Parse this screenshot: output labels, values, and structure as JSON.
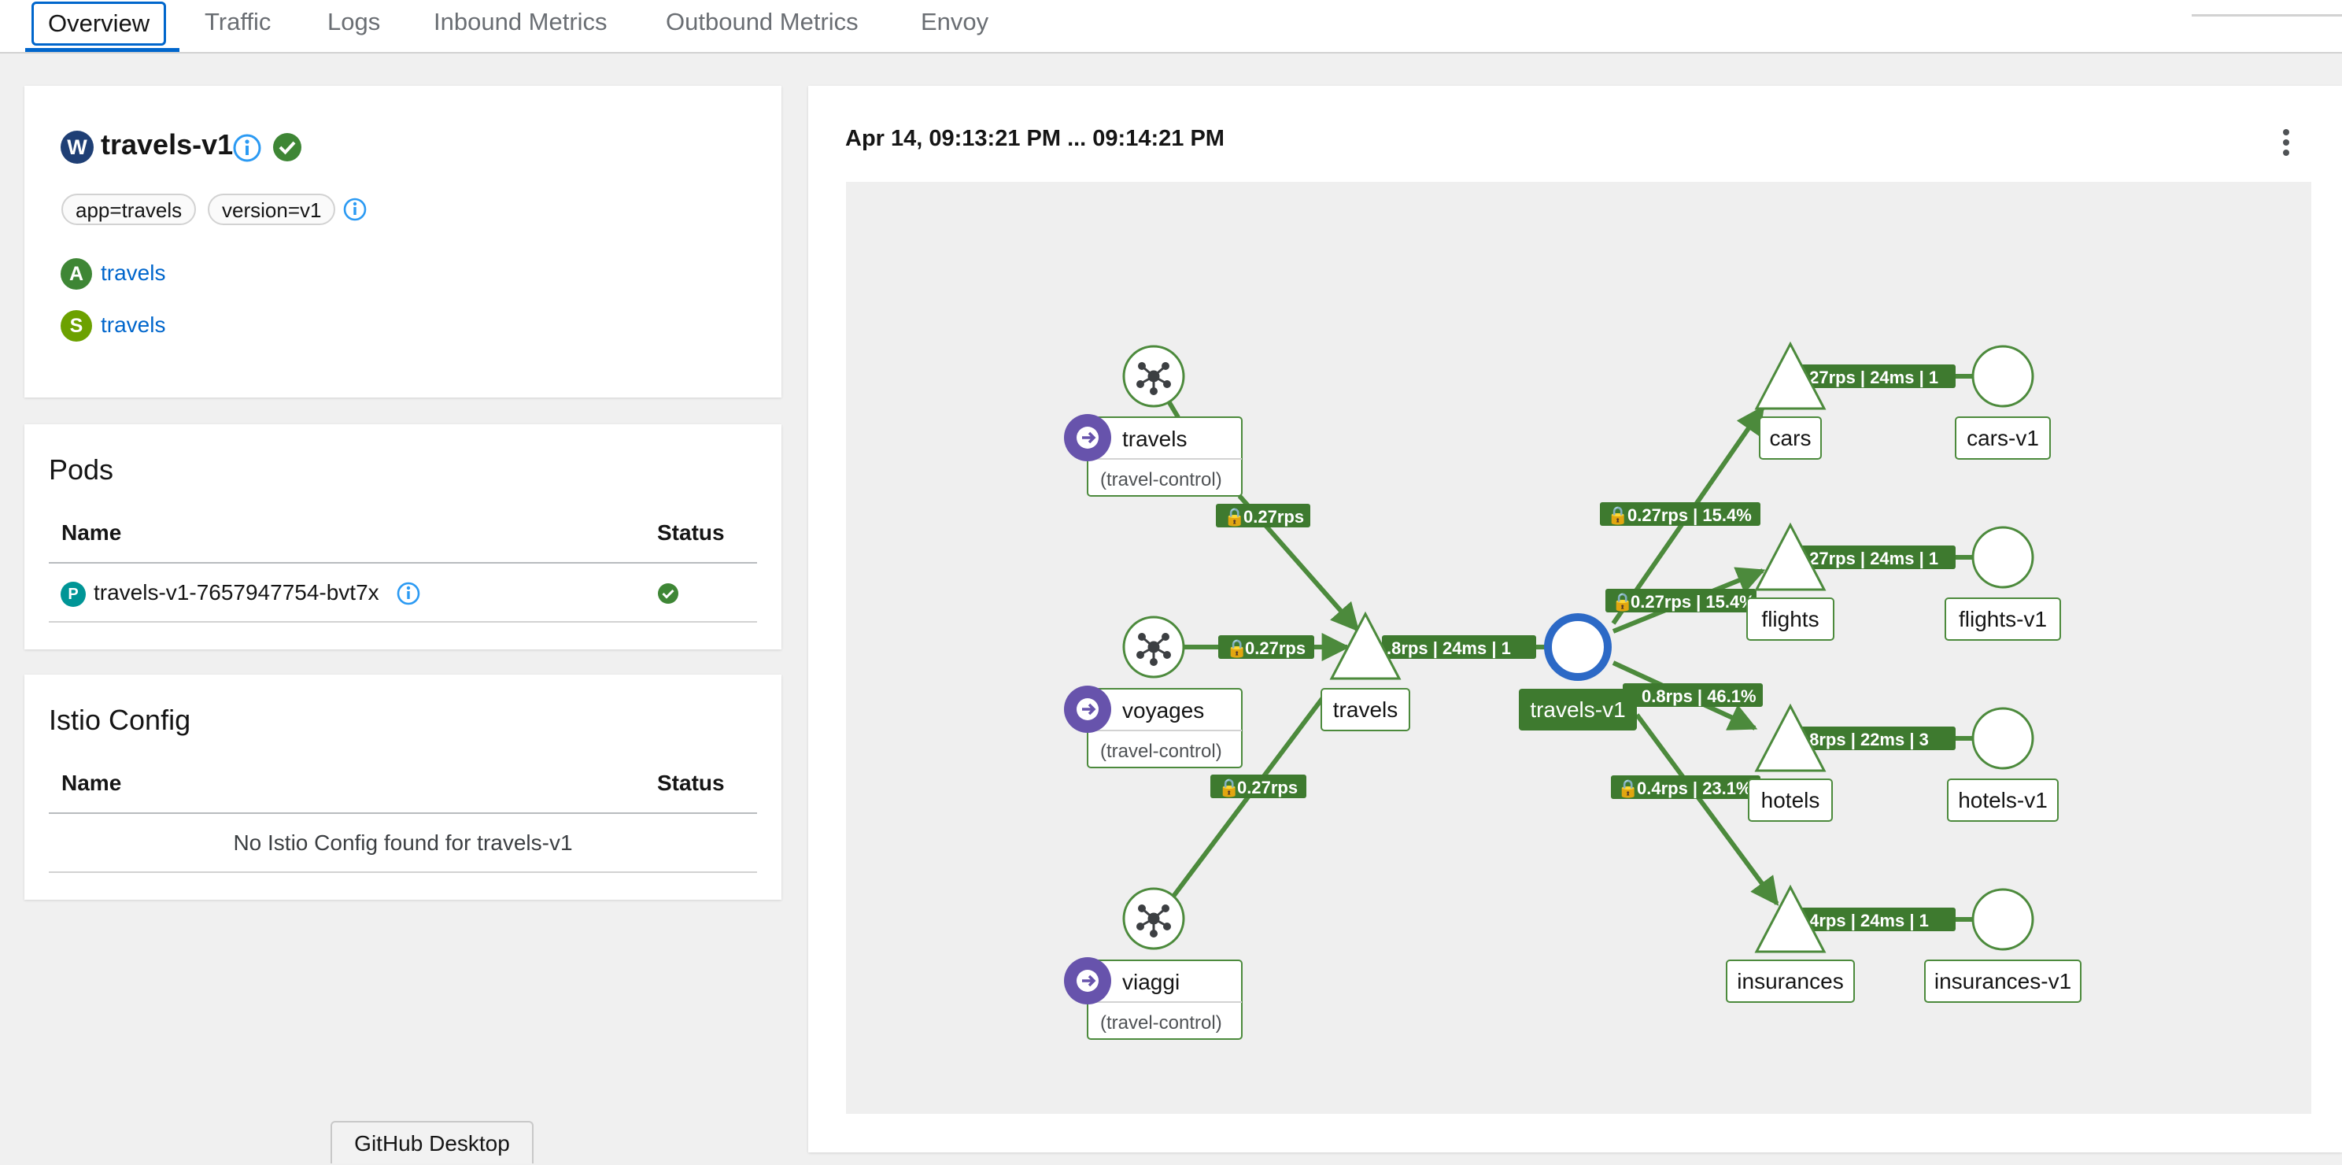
{
  "tabs": [
    {
      "label": "Overview",
      "active": true
    },
    {
      "label": "Traffic"
    },
    {
      "label": "Logs"
    },
    {
      "label": "Inbound Metrics"
    },
    {
      "label": "Outbound Metrics"
    },
    {
      "label": "Envoy"
    }
  ],
  "workload": {
    "badge": "W",
    "name": "travels-v1",
    "labels": [
      "app=travels",
      "version=v1"
    ],
    "app": {
      "badge": "A",
      "name": "travels"
    },
    "service": {
      "badge": "S",
      "name": "travels"
    }
  },
  "pods": {
    "title": "Pods",
    "col_name": "Name",
    "col_status": "Status",
    "rows": [
      {
        "badge": "P",
        "name": "travels-v1-7657947754-bvt7x",
        "status": "ok"
      }
    ]
  },
  "istio": {
    "title": "Istio Config",
    "col_name": "Name",
    "col_status": "Status",
    "empty": "No Istio Config found for travels-v1"
  },
  "graph": {
    "time_range": "Apr 14, 09:13:21 PM ... 09:14:21 PM",
    "nodes": {
      "gw_travels": {
        "name": "travels",
        "namespace": "(travel-control)"
      },
      "gw_voyages": {
        "name": "voyages",
        "namespace": "(travel-control)"
      },
      "gw_viaggi": {
        "name": "viaggi",
        "namespace": "(travel-control)"
      },
      "svc_travels": "travels",
      "wl_travels_v1": "travels-v1",
      "svc_cars": "cars",
      "svc_flights": "flights",
      "svc_hotels": "hotels",
      "svc_insurances": "insurances",
      "wl_cars": "cars-v1",
      "wl_flights": "flights-v1",
      "wl_hotels": "hotels-v1",
      "wl_insurances": "insurances-v1"
    },
    "edges": {
      "e_travels": "0.27rps",
      "e_voyages": "0.27rps",
      "e_viaggi": "0.27rps",
      "e_main": ".8rps | 24ms | 1",
      "e_cars": "0.27rps | 15.4%",
      "e_flights": "0.27rps | 15.4%",
      "e_hotels": "0.8rps | 46.1%",
      "e_insurances": "0.4rps | 23.1%",
      "e_cars_v1": ".27rps | 24ms | 1",
      "e_flights_v1": ".27rps | 24ms | 1",
      "e_hotels_v1": ".8rps | 22ms | 3",
      "e_insurances_v1": ".4rps | 24ms | 1"
    }
  },
  "taskbar": {
    "github": "GitHub Desktop"
  },
  "colors": {
    "accent": "#0066cc",
    "edge": "#4c8a3c",
    "success": "#3e8635",
    "gateway": "#6753ac"
  }
}
